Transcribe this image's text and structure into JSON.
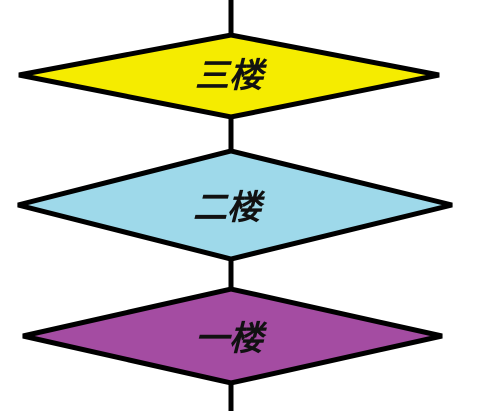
{
  "diagram": {
    "stroke_color": "#000000",
    "floors": [
      {
        "label": "三楼",
        "color": "#F5EC00"
      },
      {
        "label": "二楼",
        "color": "#9ED9EA"
      },
      {
        "label": "一楼",
        "color": "#A44CA2"
      }
    ]
  }
}
